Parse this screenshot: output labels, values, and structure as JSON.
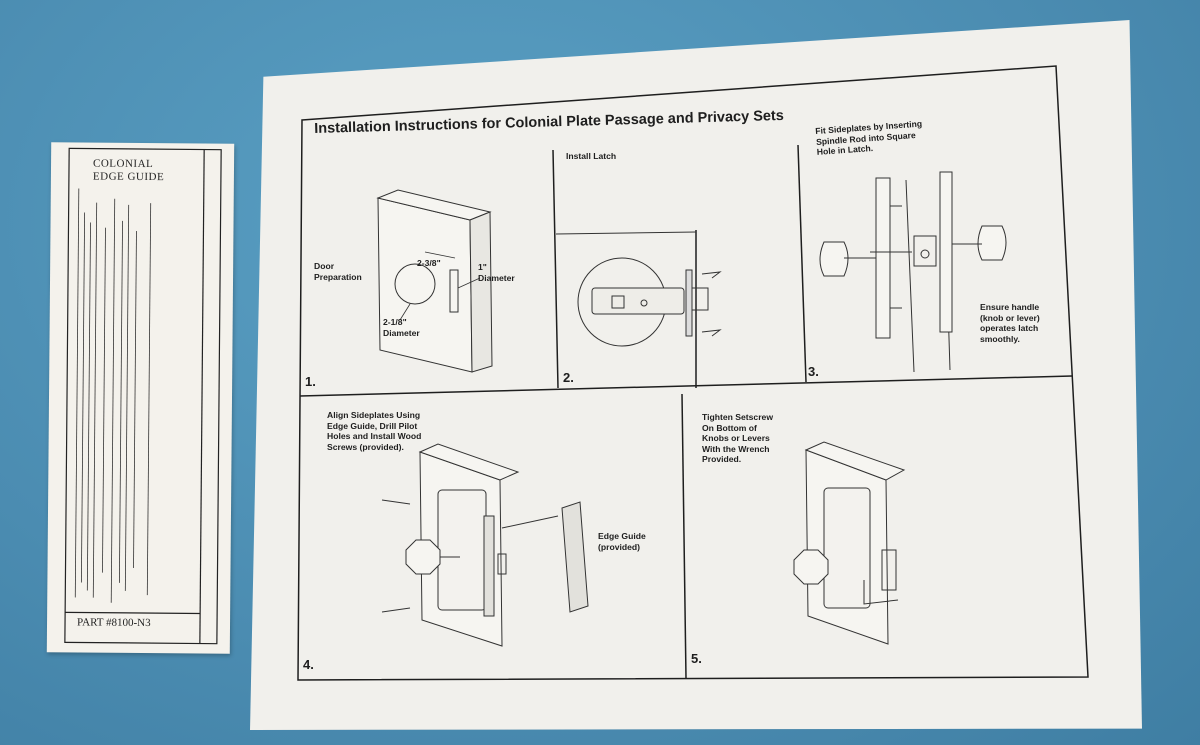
{
  "edge_guide": {
    "title_line1": "COLONIAL",
    "title_line2": "EDGE GUIDE",
    "part_number": "PART #8100-N3"
  },
  "sheet": {
    "title": "Installation Instructions for Colonial Plate Passage and Privacy Sets",
    "step1": {
      "number": "1.",
      "label": "Door\nPreparation",
      "dim_backset": "2-3/8\"",
      "dim_edge_hole": "1\"\nDiameter",
      "dim_bore": "2-1/8\"\nDiameter"
    },
    "step2": {
      "number": "2.",
      "label": "Install Latch"
    },
    "step3": {
      "number": "3.",
      "label": "Fit Sideplates by Inserting\nSpindle Rod into Square\nHole in Latch.",
      "note": "Ensure handle\n(knob or lever)\noperates latch\nsmoothly."
    },
    "step4": {
      "number": "4.",
      "label": "Align Sideplates Using\nEdge Guide, Drill Pilot\nHoles and Install Wood\nScrews (provided).",
      "edge_guide_label": "Edge Guide\n(provided)"
    },
    "step5": {
      "number": "5.",
      "label": "Tighten Setscrew\nOn Bottom of\nKnobs or Levers\nWith the Wrench\nProvided."
    }
  },
  "colors": {
    "background": "#4e90b5",
    "paper": "#f1f0ec",
    "ink": "#1e1e1e"
  }
}
